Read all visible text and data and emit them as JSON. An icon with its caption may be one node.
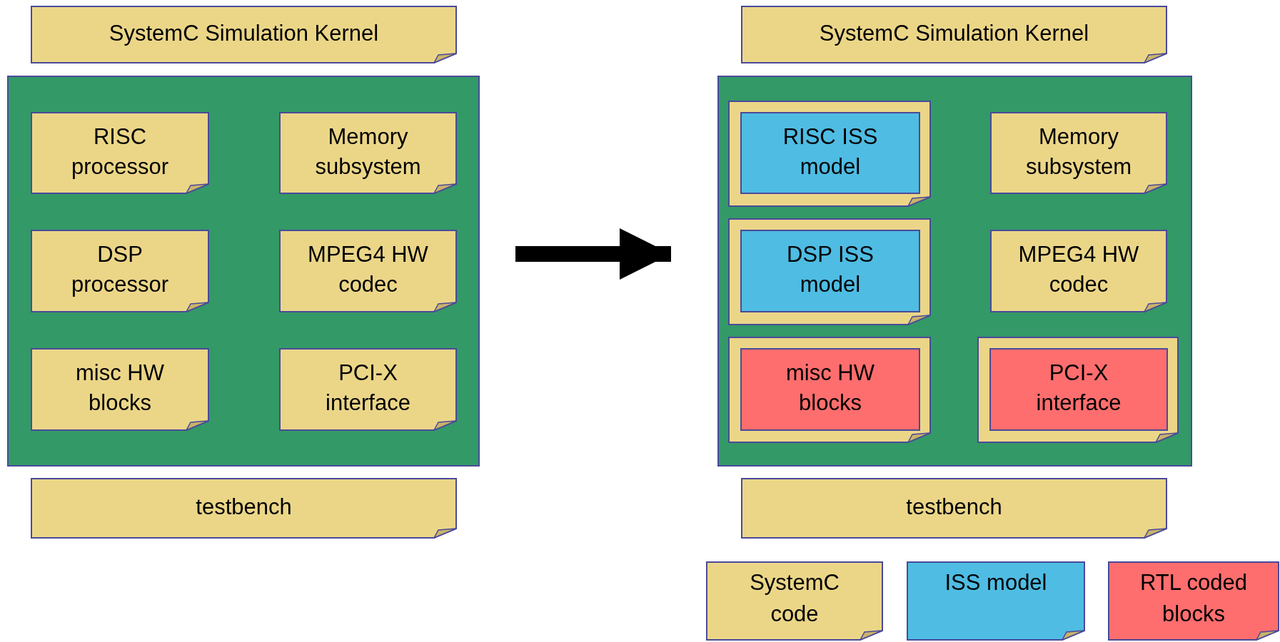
{
  "diagram": {
    "nodes": [
      {
        "text": [
          "SystemC Simulation Kernel"
        ]
      },
      {
        "text": [],
        "shape": "box"
      },
      {
        "text": [
          "RISC processor"
        ],
        "in": 1
      },
      {
        "text": [
          "Memory subsystem"
        ],
        "in": 1
      },
      {
        "text": [
          "DSP processor"
        ],
        "in": 1
      },
      {
        "text": [
          "MPEG4 HW codec"
        ],
        "in": 1
      },
      {
        "text": [
          "misc HW blocks"
        ],
        "in": 1
      },
      {
        "text": [
          "PCI-X interface"
        ],
        "in": 1
      },
      {
        "text": [
          "testbench"
        ]
      },
      {
        "text": [
          "SystemC Simulation Kernel"
        ]
      },
      {
        "text": [],
        "shape": "box"
      },
      {
        "text": [],
        "shape": "box",
        "in": 10
      },
      {
        "text": [
          "RISC ISS model"
        ],
        "in": 11
      },
      {
        "text": [
          "Memory subsystem"
        ],
        "in": 10
      },
      {
        "text": [],
        "shape": "box",
        "in": 10
      },
      {
        "text": [
          "DSP ISS model"
        ],
        "in": 14
      },
      {
        "text": [
          "MPEG4 HW codec"
        ],
        "in": 10
      },
      {
        "text": [],
        "shape": "box",
        "in": 10
      },
      {
        "text": [
          "misc HW blocks"
        ],
        "in": 17
      },
      {
        "text": [],
        "shape": "box",
        "in": 10
      },
      {
        "text": [
          "PCI-X interface"
        ],
        "in": 19
      },
      {
        "text": [
          "testbench"
        ]
      }
    ],
    "edges": [
      {
        "from": 1,
        "to": 10,
        "arrow": "to"
      }
    ],
    "legend": [
      {
        "text": "SystemC code",
        "color": "#ebd688"
      },
      {
        "text": "ISS model",
        "color": "#4fbce3"
      },
      {
        "text": "RTL coded blocks",
        "color": "#ff6e6e"
      }
    ]
  }
}
